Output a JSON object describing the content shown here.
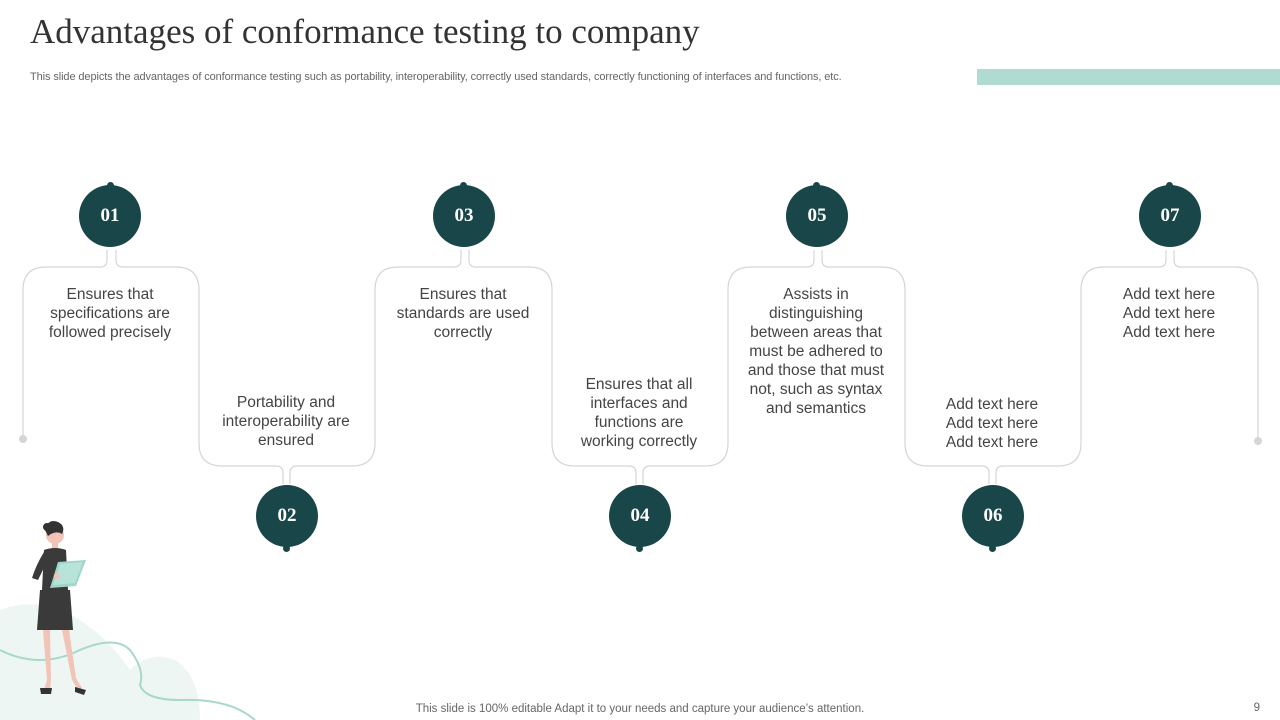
{
  "slide": {
    "title": "Advantages of conformance testing to company",
    "subtitle": "This slide depicts the advantages of conformance testing such as portability, interoperability, correctly used standards, correctly functioning of interfaces and functions, etc.",
    "footer": "This slide is 100% editable Adapt it to your needs and capture your audience’s attention.",
    "page_number": "9"
  },
  "colors": {
    "accent": "#b0dbd2",
    "circle": "#184649",
    "line": "#d5d5d5"
  },
  "steps": [
    {
      "number": "01",
      "lines": [
        "Ensures that",
        "specifications are",
        "followed precisely"
      ]
    },
    {
      "number": "02",
      "lines": [
        "Portability and",
        "interoperability are",
        "ensured"
      ]
    },
    {
      "number": "03",
      "lines": [
        "Ensures that",
        "standards are used",
        "correctly"
      ]
    },
    {
      "number": "04",
      "lines": [
        "Ensures that all",
        "interfaces and",
        "functions are",
        "working correctly"
      ]
    },
    {
      "number": "05",
      "lines": [
        "Assists in",
        "distinguishing",
        "between areas that",
        "must be adhered to",
        "and those that must",
        "not, such as syntax",
        "and semantics"
      ]
    },
    {
      "number": "06",
      "lines": [
        "Add text here",
        "Add text here",
        "Add text here"
      ]
    },
    {
      "number": "07",
      "lines": [
        "Add text here",
        "Add text here",
        "Add text here"
      ]
    }
  ]
}
